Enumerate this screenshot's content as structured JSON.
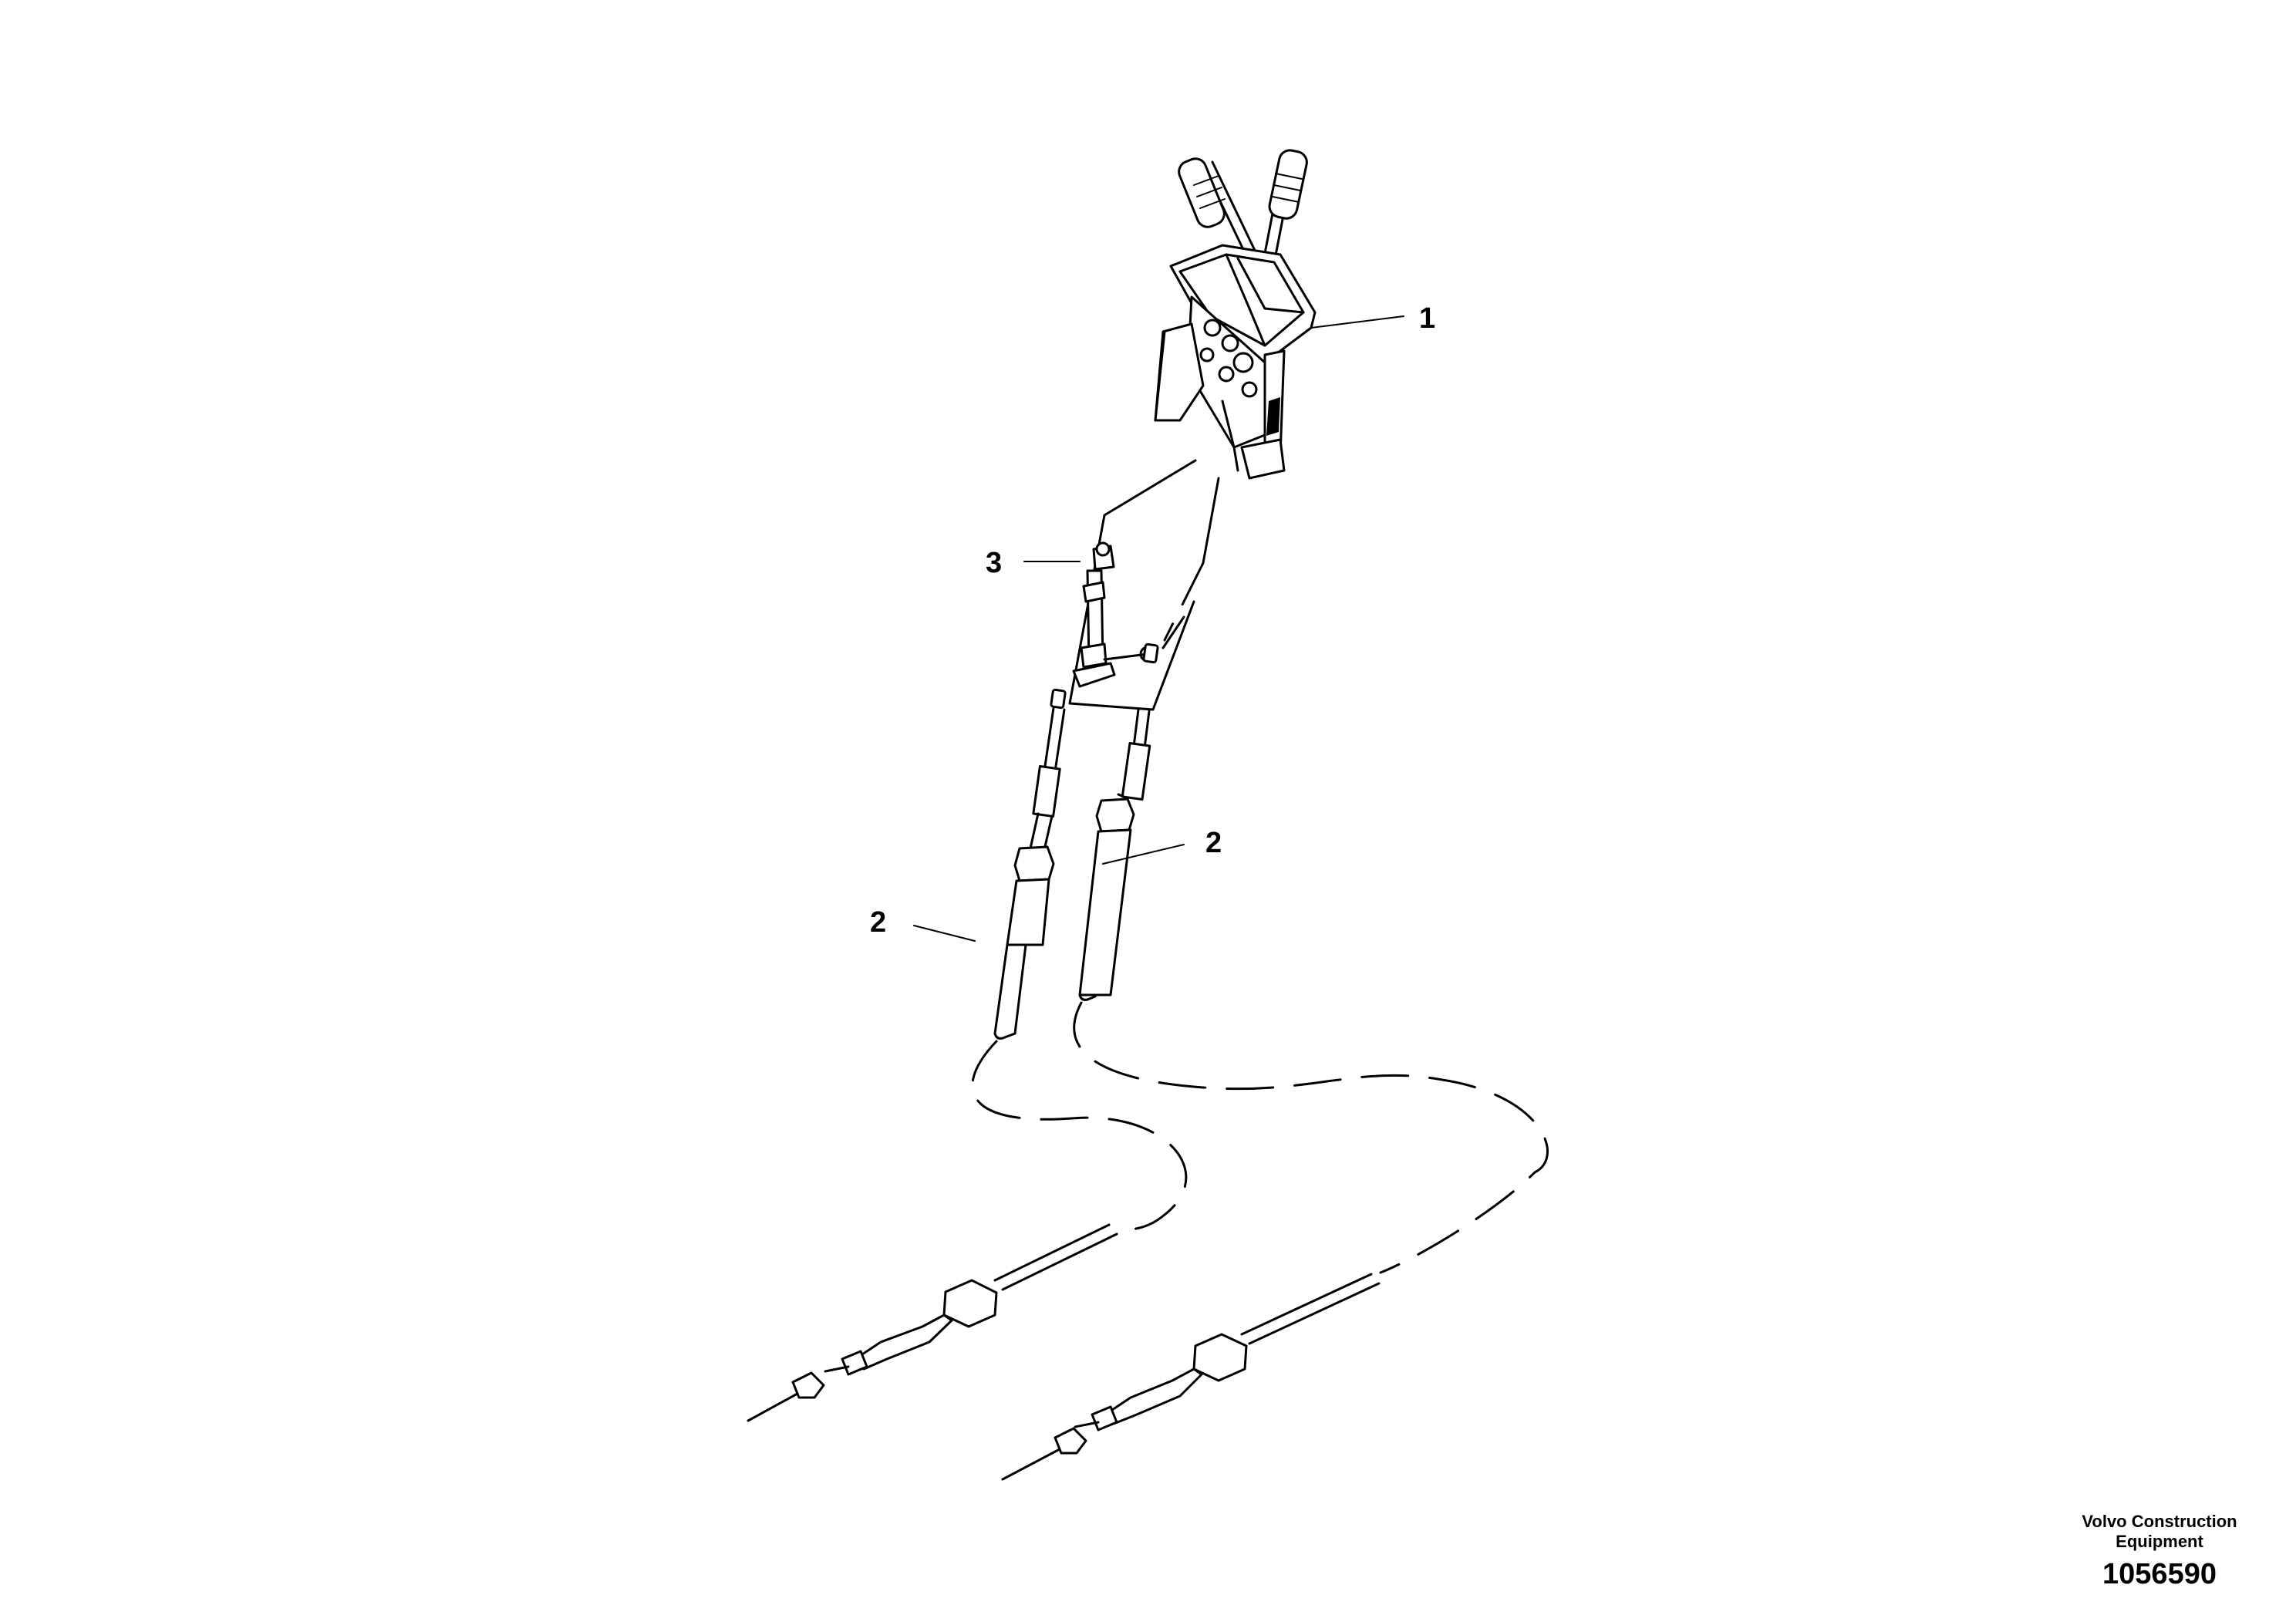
{
  "callouts": {
    "c1": "1",
    "c2a": "2",
    "c2b": "2",
    "c3": "3"
  },
  "footer": {
    "company_line1": "Volvo Construction",
    "company_line2": "Equipment",
    "drawing_number": "1056590"
  }
}
